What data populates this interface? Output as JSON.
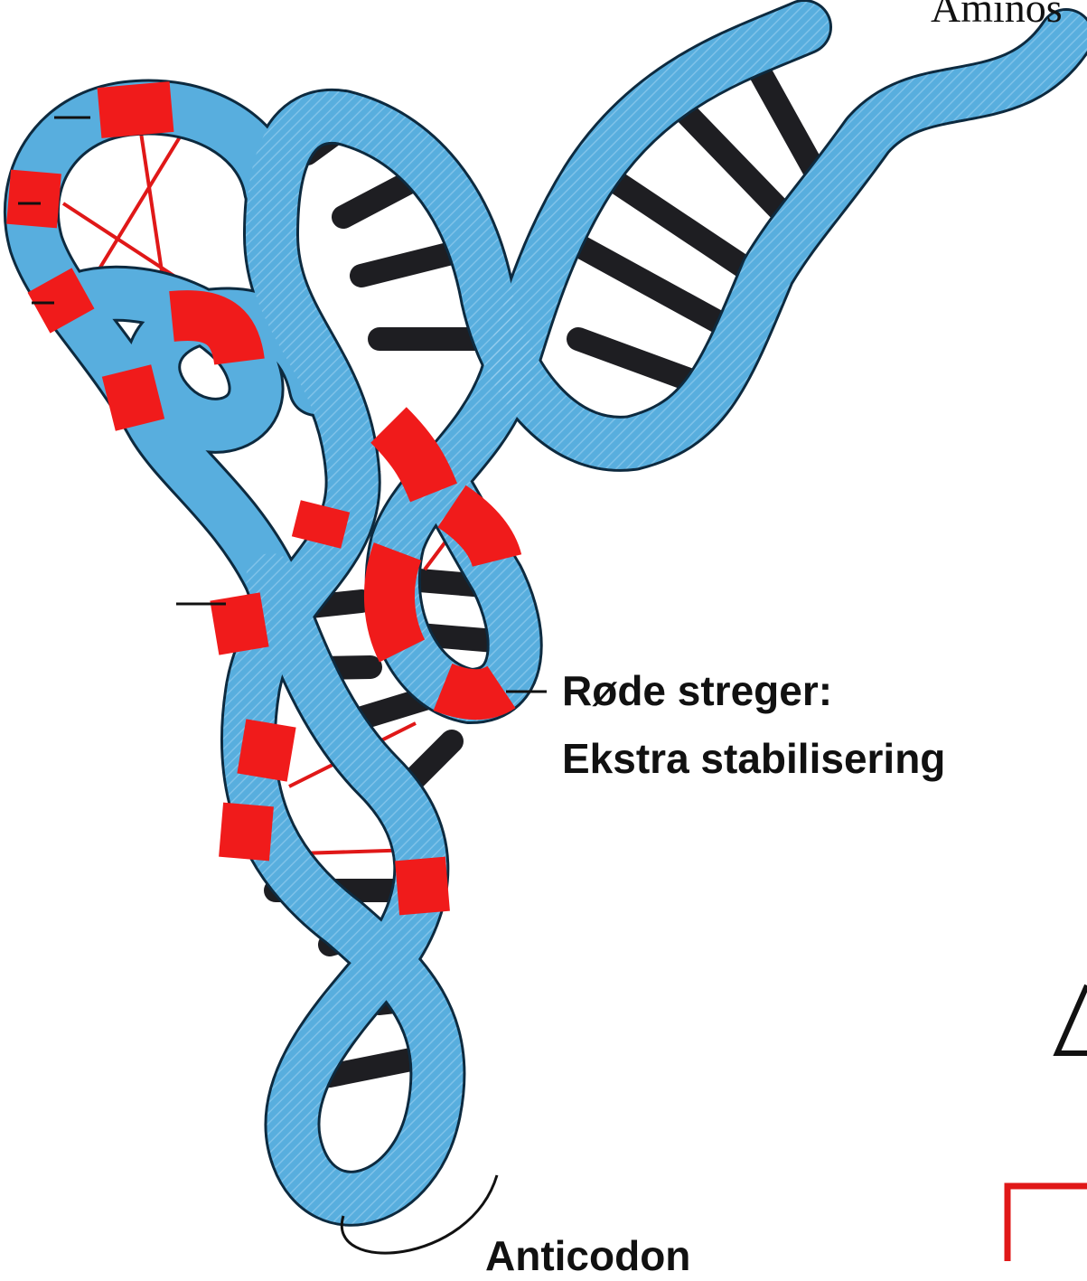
{
  "labels": {
    "top_right": "Aminos",
    "red_lines_title": "Røde streger:",
    "red_lines_desc": "Ekstra stabilisering",
    "anticodon": "Anticodon"
  },
  "colors": {
    "backbone": "#58aede",
    "highlight": "#f01b1b",
    "base_pairs": "#1e1e22",
    "background": "#ffffff"
  }
}
